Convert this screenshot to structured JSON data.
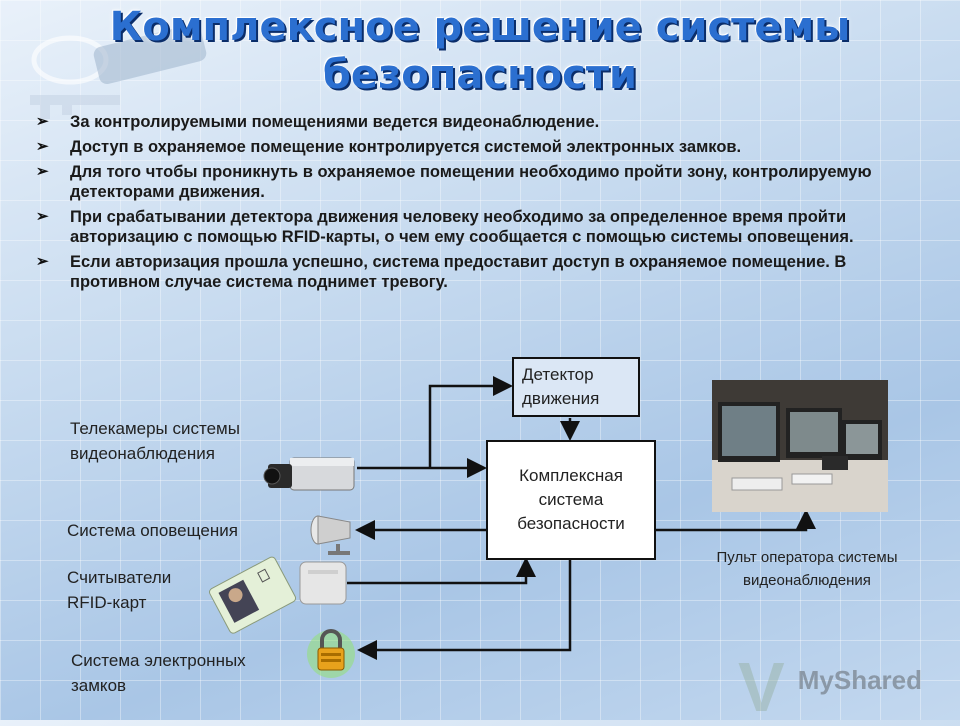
{
  "title_line1": "Комплексное решение системы",
  "title_line2": "безопасности",
  "bullets": [
    "За контролируемыми помещениями ведется видеонаблюдение.",
    "Доступ в охраняемое помещение контролируется системой электронных замков.",
    "Для того чтобы проникнуть в охраняемое помещении необходимо пройти зону, контролируемую детекторами движения.",
    "При срабатывании детектора движения человеку необходимо за определенное время пройти авторизацию с помощью  RFID-карты, о чем ему сообщается с помощью системы оповещения.",
    "Если авторизация прошла успешно, система предоставит доступ в охраняемое помещение. В противном случае система поднимет тревогу."
  ],
  "diagram": {
    "detector": "Детектор движения",
    "core": "Комплексная система безопасности",
    "cameras": "Телекамеры системы видеонаблюдения",
    "alert": "Система оповещения",
    "rfid": "Считыватели RFID-карт",
    "locks": "Система электронных замков",
    "operator": "Пульт оператора системы видеонаблюдения"
  },
  "watermark": "MyShared",
  "colors": {
    "title": "#2b6fd0",
    "title_shadow": "#0a2d6a",
    "detector_fill": "#dbe7f5"
  }
}
